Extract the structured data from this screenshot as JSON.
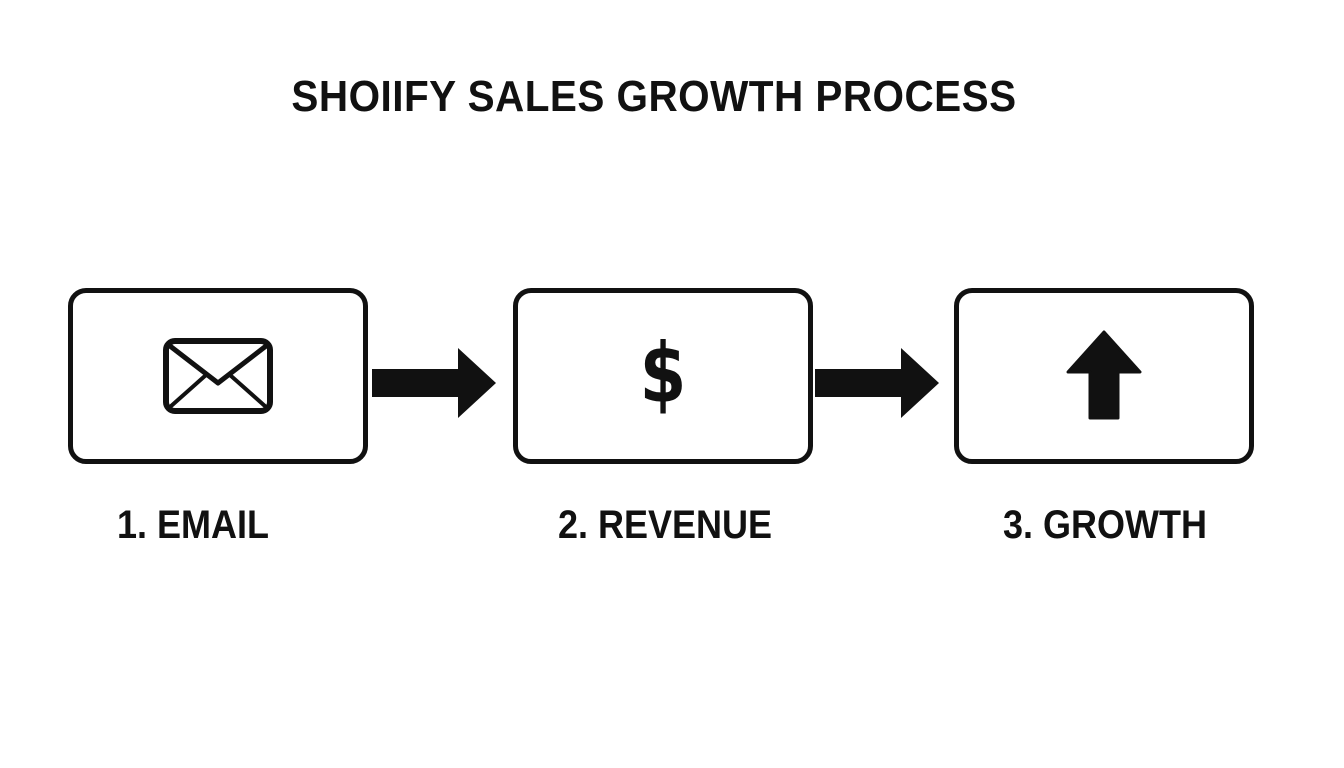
{
  "title": "SHOIIFY SALES GROWTH PROCESS",
  "colors": {
    "stroke": "#111111",
    "background": "#ffffff"
  },
  "steps": [
    {
      "label": "1. EMAIL",
      "icon": "envelope-icon"
    },
    {
      "label": "2. REVENUE",
      "icon": "dollar-sign-icon",
      "glyph": "$"
    },
    {
      "label": "3. GROWTH",
      "icon": "up-arrow-icon"
    }
  ],
  "connectors": [
    {
      "from": "1. EMAIL",
      "to": "2. REVENUE",
      "icon": "right-arrow-icon"
    },
    {
      "from": "2. REVENUE",
      "to": "3. GROWTH",
      "icon": "right-arrow-icon"
    }
  ]
}
